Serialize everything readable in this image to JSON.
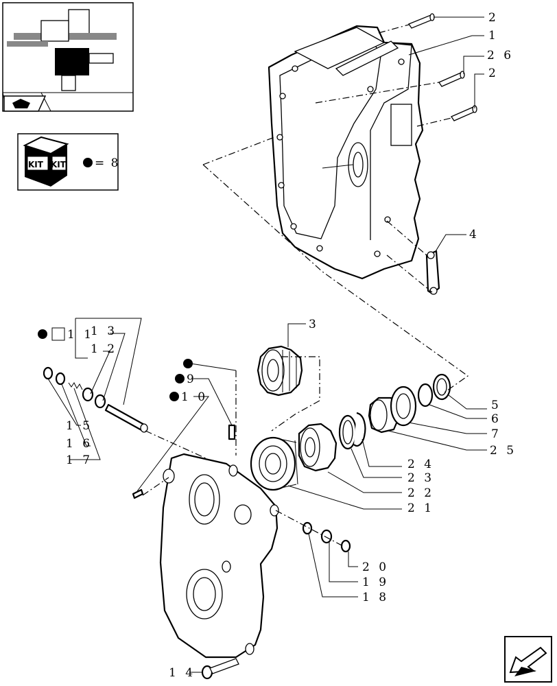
{
  "labels": {
    "l2a": "2",
    "l1": "1",
    "l26": "2 6",
    "l2b": "2",
    "l4": "4",
    "l3": "3",
    "l11": "1 1",
    "l13": "1 3",
    "l12": "1 2",
    "l15": "1 5",
    "l16": "1 6",
    "l17": "1 7",
    "l9": "9",
    "l10": "1 0",
    "l5": "5",
    "l6": "6",
    "l7": "7",
    "l25": "2 5",
    "l24": "2 4",
    "l23": "2 3",
    "l22": "2 2",
    "l21": "2 1",
    "l20": "2 0",
    "l19": "1 9",
    "l18": "1 8",
    "l14": "1 4"
  },
  "kit": {
    "badge_a": "KIT",
    "badge_b": "KIT",
    "legend": "= 8"
  },
  "icons": [
    "thumbnail-view",
    "nav-arrow-icon",
    "kit-box-icon",
    "bullet-icon",
    "next-page-arrow-icon"
  ]
}
